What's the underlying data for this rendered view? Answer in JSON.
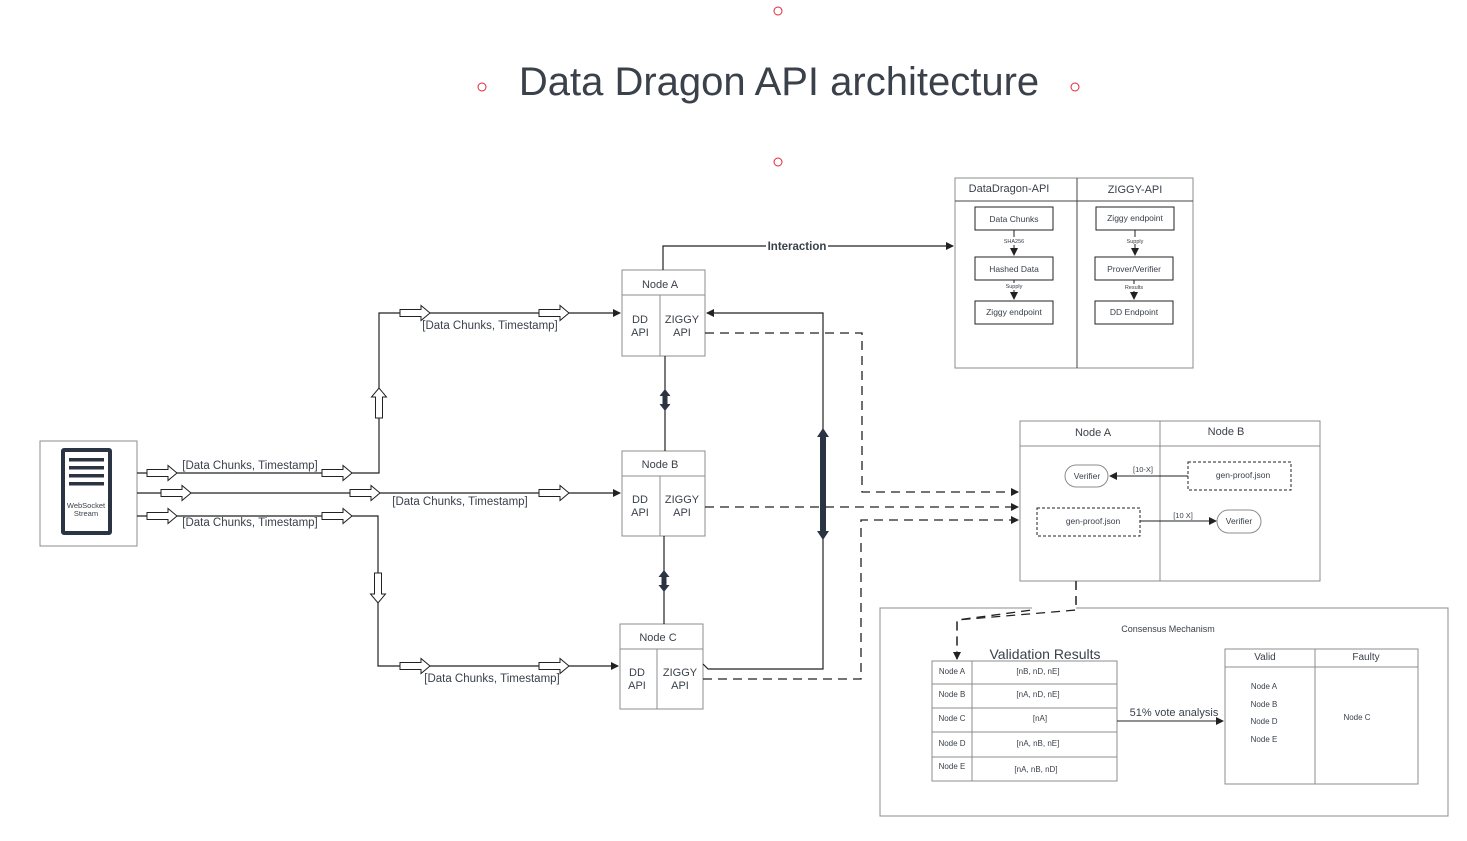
{
  "title": "Data Dragon API architecture",
  "stream": {
    "label_line1": "WebSocket",
    "label_line2": "Stream",
    "icon": "document-icon"
  },
  "edge_labels": {
    "top": "[Data Chunks, Timestamp]",
    "stream_top": "[Data Chunks, Timestamp]",
    "middle": "[Data Chunks, Timestamp]",
    "stream_bottom": "[Data Chunks, Timestamp]",
    "bottom": "[Data Chunks, Timestamp]",
    "interaction": "Interaction"
  },
  "nodes": {
    "a": {
      "title": "Node A",
      "left_l1": "DD",
      "left_l2": "API",
      "right_l1": "ZIGGY",
      "right_l2": "API"
    },
    "b": {
      "title": "Node B",
      "left_l1": "DD",
      "left_l2": "API",
      "right_l1": "ZIGGY",
      "right_l2": "API"
    },
    "c": {
      "title": "Node C",
      "left_l1": "DD",
      "left_l2": "API",
      "right_l1": "ZIGGY",
      "right_l2": "API"
    }
  },
  "api_panel": {
    "left_title": "DataDragon-API",
    "right_title": "ZIGGY-API",
    "left_boxes": [
      "Data Chunks",
      "Hashed Data",
      "Ziggy endpoint"
    ],
    "left_edges": [
      "SHA256",
      "Supply"
    ],
    "right_boxes": [
      "Ziggy endpoint",
      "Prover/Verifier",
      "DD Endpoint"
    ],
    "right_edges": [
      "Supply",
      "Results"
    ]
  },
  "verify_panel": {
    "left_title": "Node A",
    "right_title": "Node B",
    "verifier_top": "Verifier",
    "proof_top": "gen-proof.json",
    "edge_top": "[10-X]",
    "proof_bottom": "gen-proof.json",
    "edge_bottom": "[10 X]",
    "verifier_bottom": "Verifier"
  },
  "consensus": {
    "title": "Consensus Mechanism",
    "validation_title": "Validation Results",
    "rows": [
      {
        "node": "Node A",
        "value": "[nB, nD, nE]"
      },
      {
        "node": "Node B",
        "value": "[nA, nD, nE]"
      },
      {
        "node": "Node C",
        "value": "[nA]"
      },
      {
        "node": "Node D",
        "value": "[nA, nB, nE]"
      },
      {
        "node": "Node E",
        "value": "[nA, nB, nD]"
      }
    ],
    "vote_label": "51% vote analysis",
    "valid_header": "Valid",
    "faulty_header": "Faulty",
    "valid_nodes": [
      "Node A",
      "Node B",
      "Node D",
      "Node E"
    ],
    "faulty_nodes": [
      "Node C"
    ]
  },
  "colors": {
    "text": "#3a414b",
    "line": "#222222",
    "border": "#8c8c8c",
    "handle": "#e0263a",
    "icon": "#2b3442"
  }
}
